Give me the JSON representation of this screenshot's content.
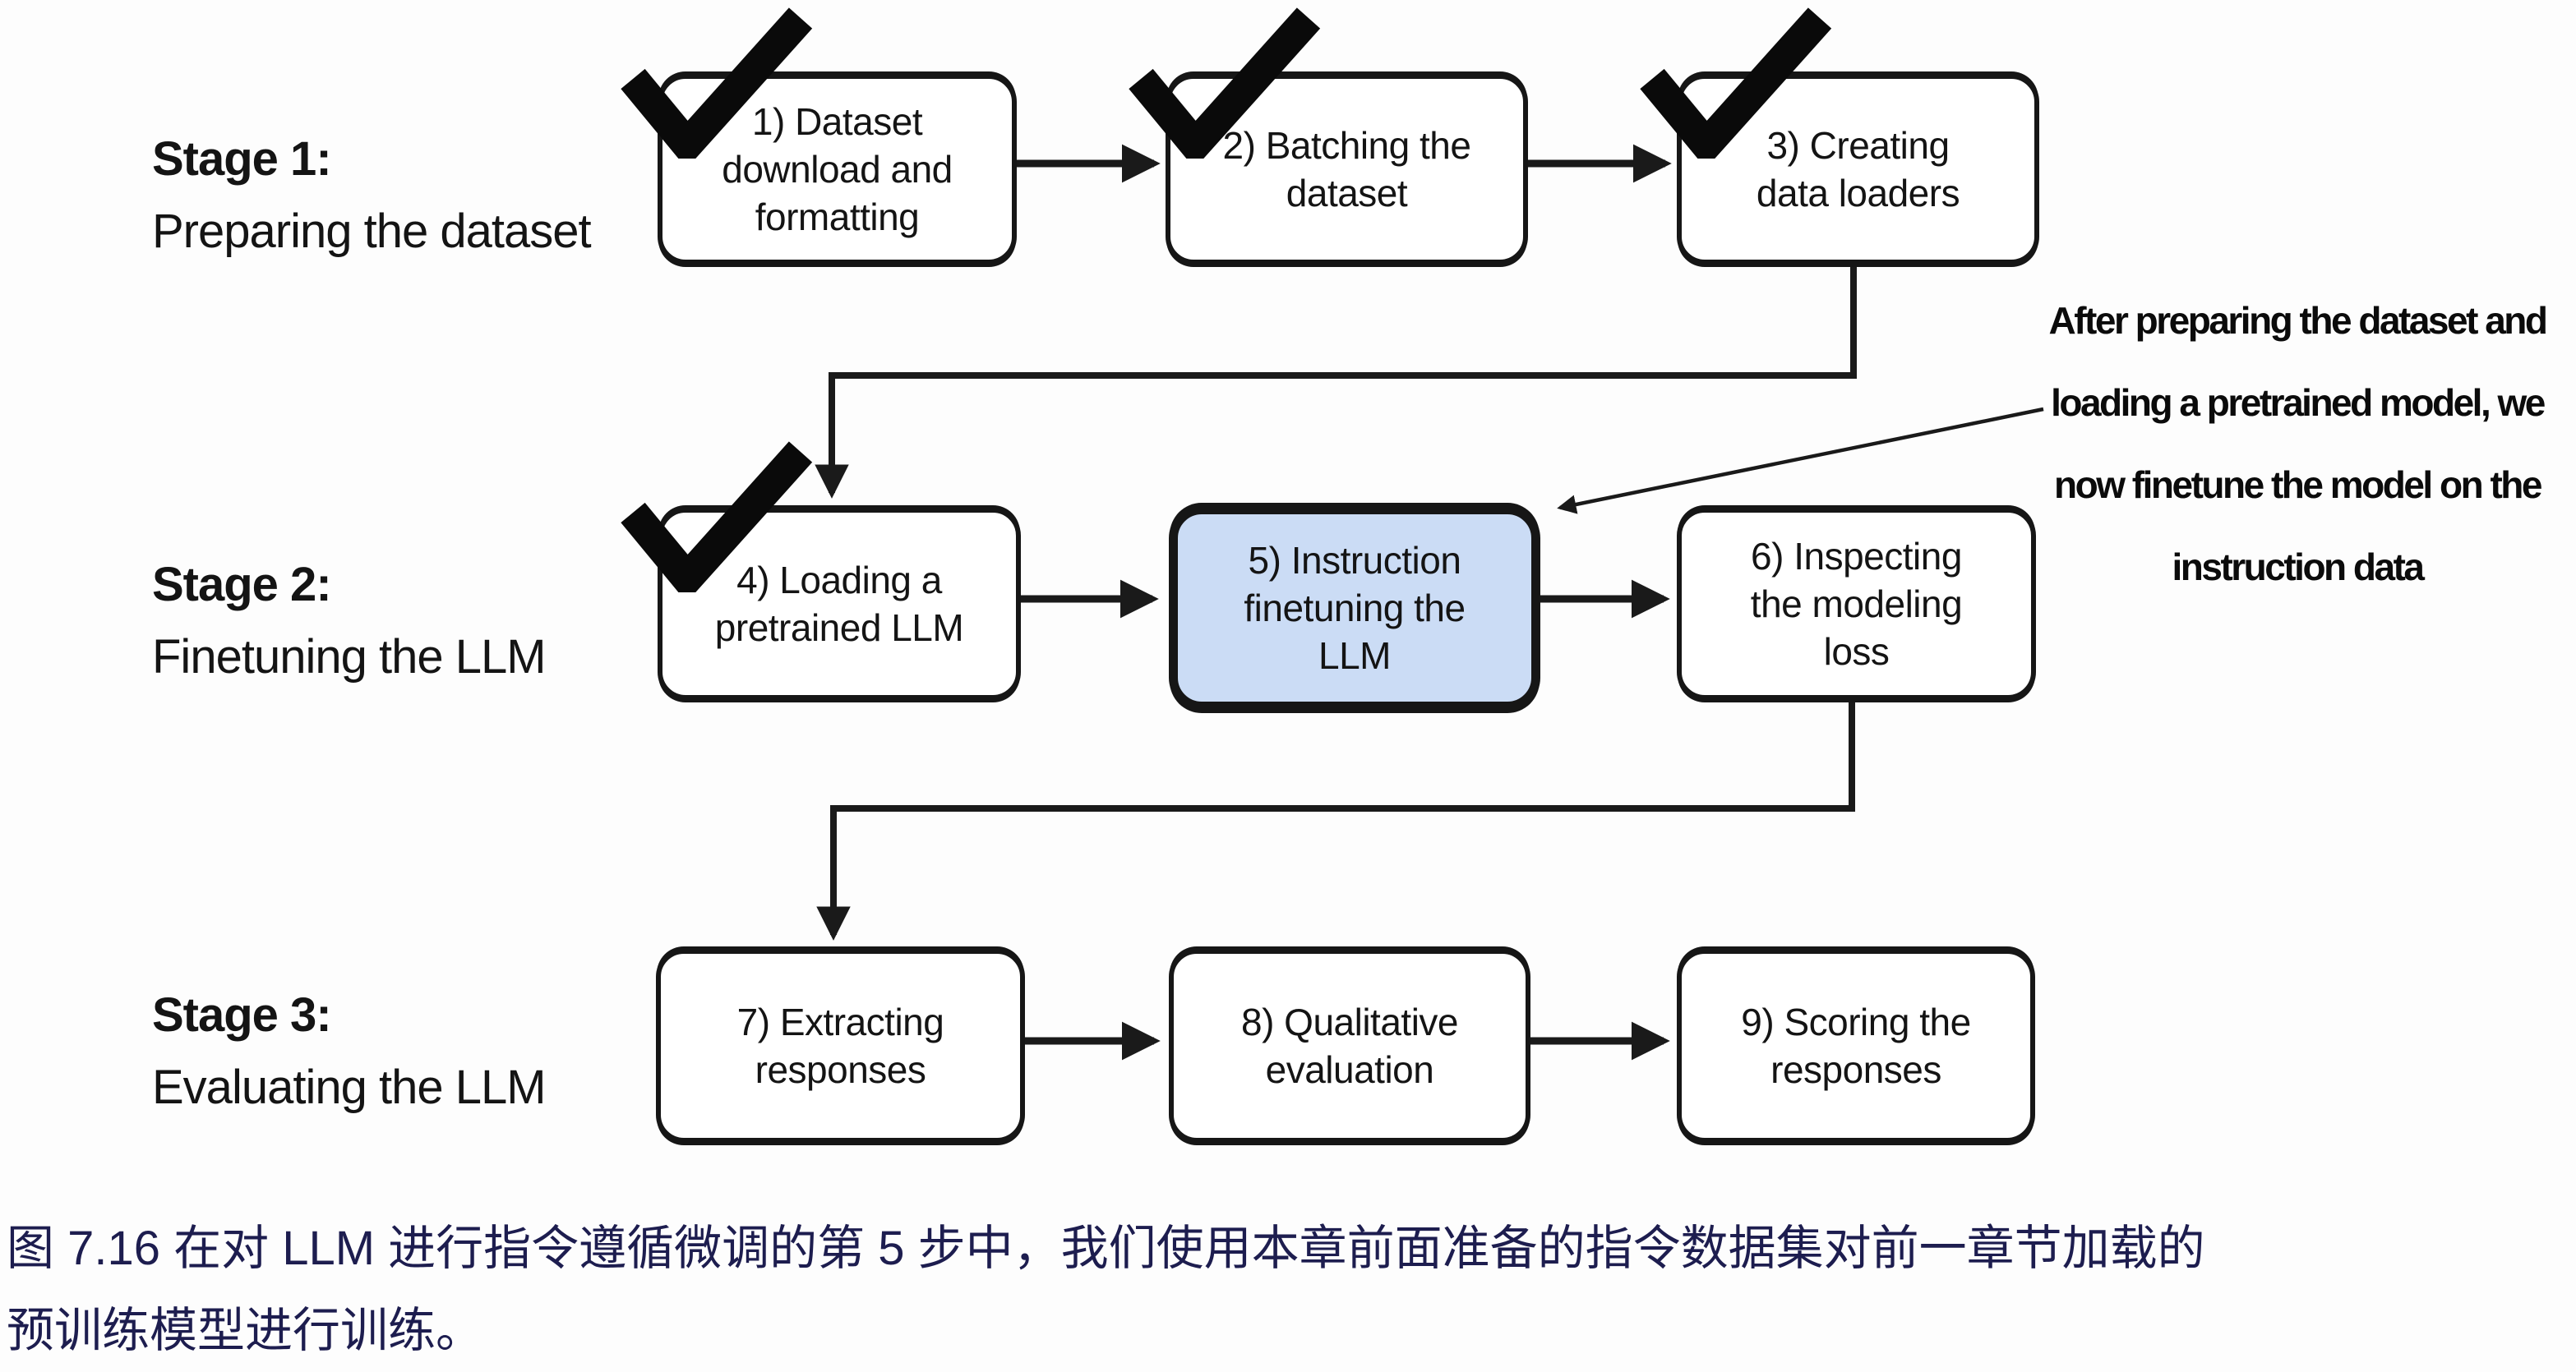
{
  "colors": {
    "background": "#fdfdfd",
    "text": "#141414",
    "box_fill": "#ffffff",
    "box_border": "#161616",
    "highlight_fill": "#cbdcf5",
    "arrow": "#1a1a1a",
    "annotation": "#0b0b0b",
    "caption": "#1d1d4f"
  },
  "stages": [
    {
      "title": "Stage 1:",
      "subtitle": "Preparing the dataset"
    },
    {
      "title": "Stage 2:",
      "subtitle": "Finetuning the LLM"
    },
    {
      "title": "Stage 3:",
      "subtitle": "Evaluating the LLM"
    }
  ],
  "boxes": [
    {
      "step": 1,
      "lines": [
        "1) Dataset",
        "download and",
        "formatting"
      ],
      "checked": true,
      "highlighted": false
    },
    {
      "step": 2,
      "lines": [
        "2) Batching the",
        "dataset"
      ],
      "checked": true,
      "highlighted": false
    },
    {
      "step": 3,
      "lines": [
        "3) Creating",
        "data loaders"
      ],
      "checked": true,
      "highlighted": false
    },
    {
      "step": 4,
      "lines": [
        "4) Loading a",
        "pretrained LLM"
      ],
      "checked": true,
      "highlighted": false
    },
    {
      "step": 5,
      "lines": [
        "5) Instruction",
        "finetuning the",
        "LLM"
      ],
      "checked": false,
      "highlighted": true
    },
    {
      "step": 6,
      "lines": [
        "6) Inspecting",
        "the modeling",
        "loss"
      ],
      "checked": false,
      "highlighted": false
    },
    {
      "step": 7,
      "lines": [
        "7) Extracting",
        "responses"
      ],
      "checked": false,
      "highlighted": false
    },
    {
      "step": 8,
      "lines": [
        "8) Qualitative",
        "evaluation"
      ],
      "checked": false,
      "highlighted": false
    },
    {
      "step": 9,
      "lines": [
        "9) Scoring the",
        "responses"
      ],
      "checked": false,
      "highlighted": false
    }
  ],
  "annotation": {
    "lines": [
      "After preparing the dataset and",
      "loading a pretrained model, we",
      "now finetune the model on the",
      "instruction data"
    ]
  },
  "caption": {
    "lines": [
      "图 7.16 在对 LLM 进行指令遵循微调的第 5 步中，我们使用本章前面准备的指令数据集对前一章节加载的",
      "预训练模型进行训练。"
    ]
  }
}
